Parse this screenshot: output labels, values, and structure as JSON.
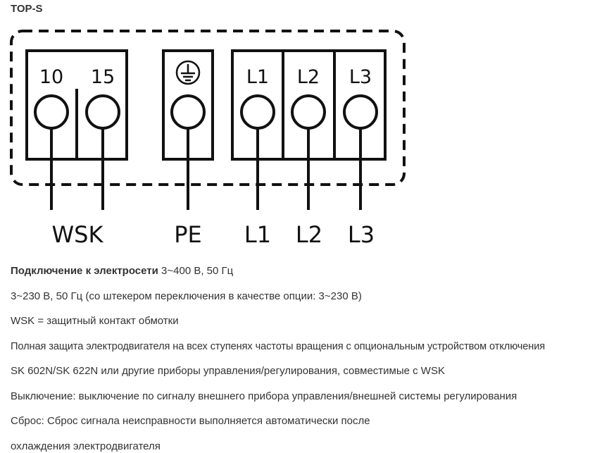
{
  "title": "TOP-S",
  "terminals": {
    "wsk_left": "10",
    "wsk_right": "15",
    "l1": "L1",
    "l2": "L2",
    "l3": "L3"
  },
  "bottom_labels": {
    "wsk": "WSK",
    "pe": "PE",
    "l1": "L1",
    "l2": "L2",
    "l3": "L3"
  },
  "lines": [
    {
      "bold": "Подключение к электросети",
      "text": " 3~400 В, 50 Гц"
    },
    {
      "bold": "",
      "text": "3~230 В, 50 Гц (со штекером переключения в качестве опции: 3~230 В)"
    },
    {
      "bold": "",
      "text": "WSK = защитный контакт обмотки"
    },
    {
      "bold": "",
      "text": "Полная защита электродвигателя на всех ступенях частоты вращения с опциональным устройством отключения"
    },
    {
      "bold": "",
      "text": "SK 602N/SK 622N или другие приборы управления/регулирования, совместимые с WSK"
    },
    {
      "bold": "",
      "text": "Выключение: выключение по сигналу внешнего прибора управления/внешней системы регулирования"
    },
    {
      "bold": "",
      "text": "Сброс: Сброс сигнала неисправности выполняется автоматически после"
    },
    {
      "bold": "",
      "text": "охлаждения электродвигателя"
    }
  ]
}
